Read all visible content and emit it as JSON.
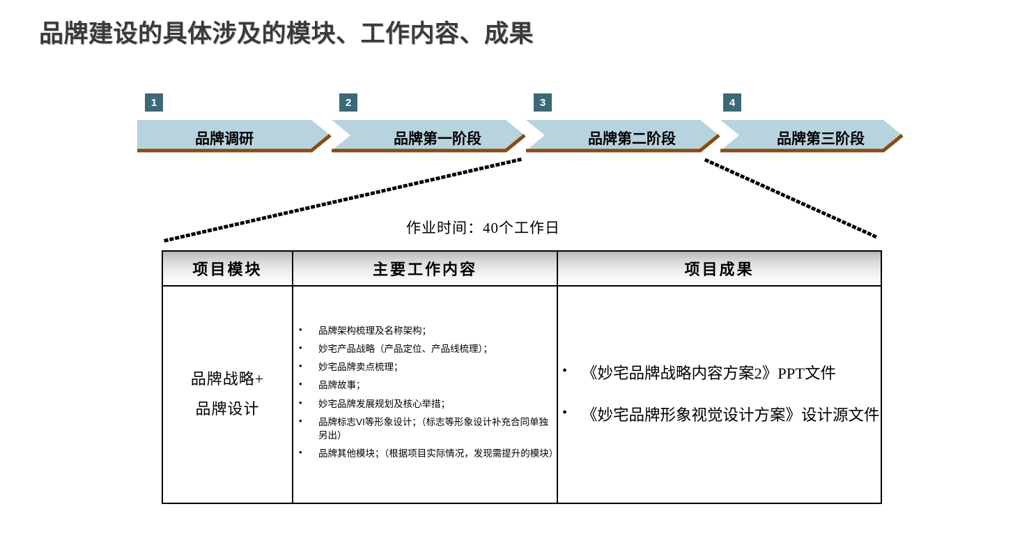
{
  "slide": {
    "title": "品牌建设的具体涉及的模块、工作内容、成果"
  },
  "process": {
    "steps": [
      {
        "number": "1",
        "label": "品牌调研"
      },
      {
        "number": "2",
        "label": "品牌第一阶段"
      },
      {
        "number": "3",
        "label": "品牌第二阶段"
      },
      {
        "number": "4",
        "label": "品牌第三阶段"
      }
    ],
    "colors": {
      "chevron_fill": "#b6d3de",
      "chevron_edge": "#8c4a11",
      "badge_bg": "#3d6878",
      "badge_text": "#ffffff"
    }
  },
  "worktime": {
    "caption": "作业时间：40个工作日"
  },
  "table": {
    "headers": [
      "项目模块",
      "主要工作内容",
      "项目成果"
    ],
    "row": {
      "module": [
        "品牌战略+",
        "品牌设计"
      ],
      "work_items": [
        "品牌架构梳理及名称架构；",
        "妙宅产品战略（产品定位、产品线梳理）；",
        "妙宅品牌卖点梳理；",
        "品牌故事；",
        "妙宅品牌发展规划及核心举措；",
        "品牌标志VI等形象设计；（标志等形象设计补充合同单独另出）",
        "品牌其他模块；（根据项目实际情况，发现需提升的模块）"
      ],
      "results": [
        "《妙宅品牌战略内容方案2》PPT文件",
        "《妙宅品牌形象视觉设计方案》设计源文件"
      ]
    }
  }
}
